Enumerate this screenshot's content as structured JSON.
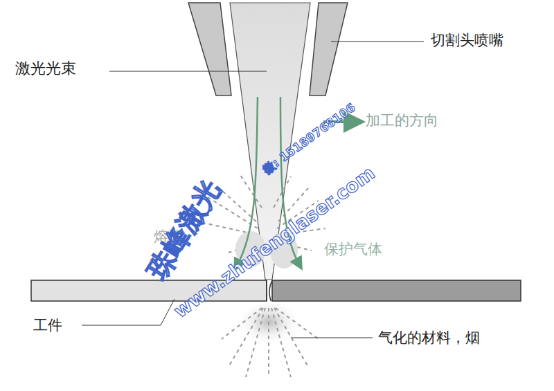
{
  "diagram": {
    "labels": [
      "激光光束",
      "切割头喷嘴",
      "加工的方向",
      "熔渣",
      "保护气体",
      "工件",
      "气化的材料，烟",
      "珠峰激光",
      "www.zhufenglaser.com",
      "微: 15189768106"
    ]
  }
}
